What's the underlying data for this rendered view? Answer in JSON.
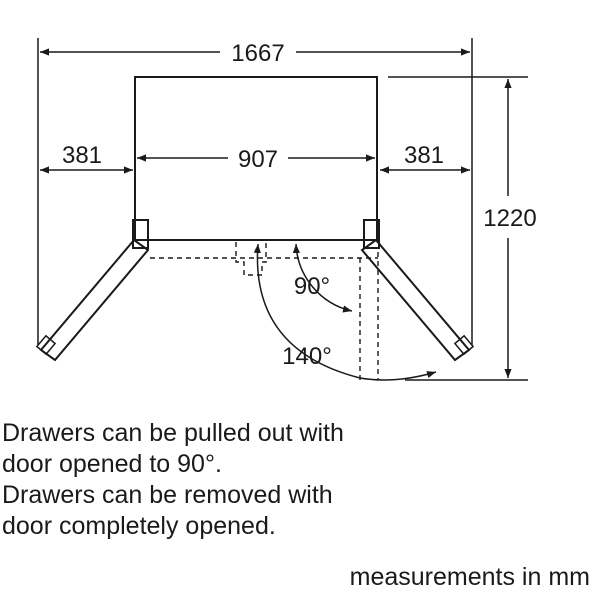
{
  "dimensions": {
    "total_width": "1667",
    "side_clearance_left": "381",
    "cabinet_width": "907",
    "side_clearance_right": "381",
    "depth_open": "1220",
    "angle_small": "90°",
    "angle_large": "140°"
  },
  "notes": {
    "line1": "Drawers can be pulled out with",
    "line2": "door opened to 90°.",
    "line3": "Drawers can be removed with",
    "line4": "door completely opened."
  },
  "units": "measurements in mm",
  "colors": {
    "line": "#1a1a1a",
    "background": "#ffffff"
  }
}
